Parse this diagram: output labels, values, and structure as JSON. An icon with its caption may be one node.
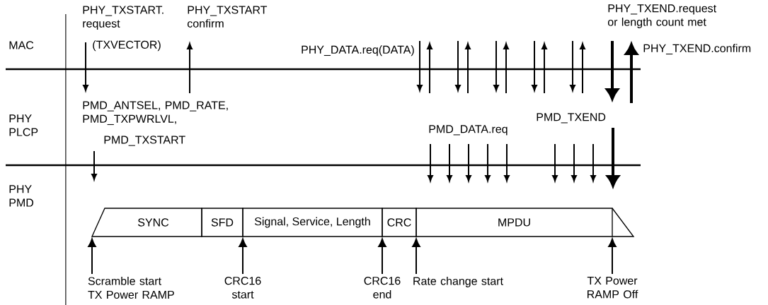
{
  "diagram": {
    "nodes": [
      {
        "text": [
          "SYNC"
        ]
      },
      {
        "text": [
          "SFD"
        ]
      },
      {
        "text": [
          "Signal, Service, Length"
        ]
      },
      {
        "text": [
          "CRC"
        ]
      },
      {
        "text": [
          "MPDU"
        ]
      },
      {
        "text": [
          "Scramble start",
          "TX Power RAMP"
        ]
      },
      {
        "text": [
          "CRC16 start"
        ]
      },
      {
        "text": [
          "CRC16 end"
        ]
      },
      {
        "text": [
          "Rate change start"
        ]
      },
      {
        "text": [
          "TX Power RAMP Off"
        ]
      }
    ],
    "edges": [
      {
        "from": 5,
        "to": 0,
        "arrow": "to"
      },
      {
        "from": 6,
        "to": 2,
        "arrow": "to"
      },
      {
        "from": 7,
        "to": 3,
        "arrow": "to"
      },
      {
        "from": 8,
        "to": 4,
        "arrow": "to"
      },
      {
        "from": 9,
        "to": 4,
        "arrow": "to"
      }
    ],
    "labels": [
      "MAC",
      "PHY PLCP",
      "PHY PMD",
      "PHY_TXSTART. request",
      "(TXVECTOR)",
      "PHY_TXSTART confirm",
      "PHY_DATA.req(DATA)",
      "PHY_TXEND.request or length count met",
      "PHY_TXEND.confirm",
      "PMD_ANTSEL, PMD_RATE, PMD_TXPWRLVL,",
      "PMD_TXSTART",
      "PMD_TXEND",
      "PMD_DATA.req"
    ]
  }
}
